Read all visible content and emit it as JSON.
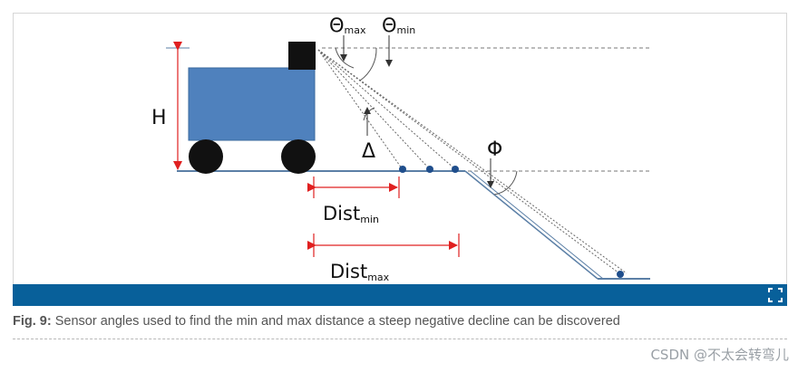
{
  "diagram": {
    "labels": {
      "theta_max_main": "Θ",
      "theta_max_sub": "max",
      "theta_min_main": "Θ",
      "theta_min_sub": "min",
      "height": "H",
      "delta": "Δ",
      "phi": "Φ",
      "dist_min_main": "Dist",
      "dist_min_sub": "min",
      "dist_max_main": "Dist",
      "dist_max_sub": "max"
    },
    "colors": {
      "robot_body": "#4f81bd",
      "robot_body_border": "#3b6a9e",
      "sensor": "#111111",
      "wheel": "#111111",
      "ground": "#5b7fa6",
      "measure": "#e02020",
      "dashed_reference": "#666666",
      "sensor_dot": "#1f4e8c"
    }
  },
  "caption": {
    "label": "Fig. 9:",
    "text": " Sensor angles used to find the min and max distance a steep negative decline can be discovered"
  },
  "watermark": "CSDN @不太会转弯儿",
  "icons": {
    "expand": "expand-icon"
  }
}
